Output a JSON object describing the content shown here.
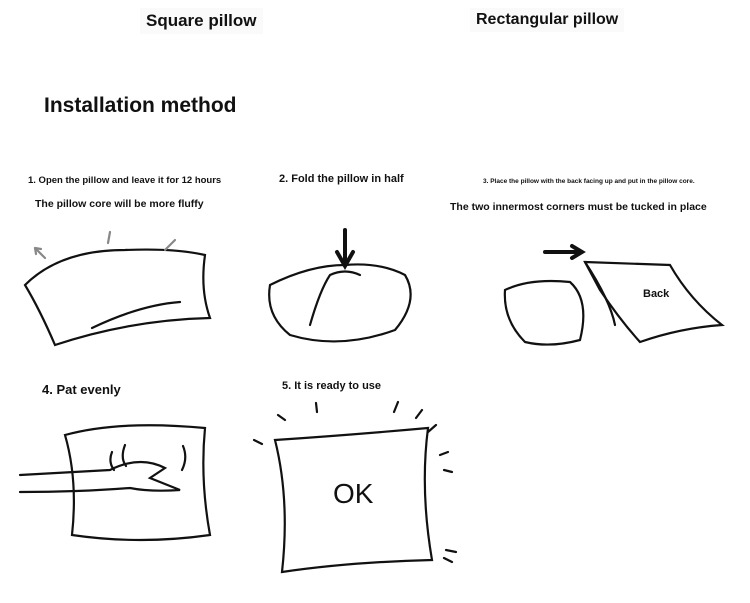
{
  "headers": {
    "square": "Square pillow",
    "rectangular": "Rectangular pillow"
  },
  "title": "Installation method",
  "steps": [
    {
      "label": "1. Open the pillow and leave it for 12 hours",
      "note": "The pillow core will be more fluffy"
    },
    {
      "label": "2. Fold the pillow in half"
    },
    {
      "label": "3. Place the pillow with the back facing up and put in the pillow core.",
      "note": "The two innermost corners must be tucked in place",
      "figure_text": "Back"
    },
    {
      "label": "4. Pat evenly"
    },
    {
      "label": "5. It is ready to use",
      "figure_text": "OK"
    }
  ]
}
